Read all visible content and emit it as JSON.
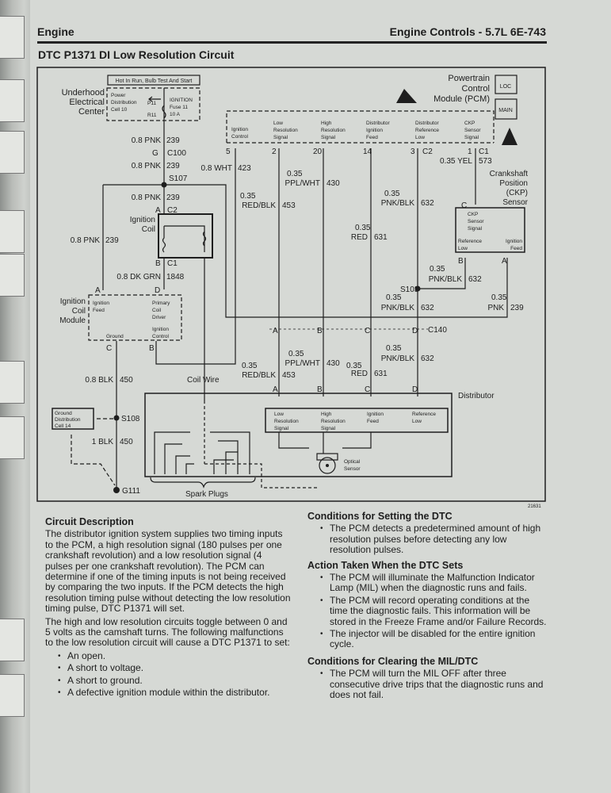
{
  "header": {
    "section": "Engine",
    "right": "Engine Controls - 5.7L  6E-743"
  },
  "title": "DTC P1371 DI Low Resolution Circuit",
  "diagram": {
    "hot_in_run": "Hot In Run, Bulb Test And Start",
    "underhood": [
      "Underhood",
      "Electrical",
      "Center"
    ],
    "pdc": [
      "Power",
      "Distribution",
      "Cell 10"
    ],
    "p11": "P11",
    "r11": "R11",
    "fuse": [
      "IGNITION",
      "Fuse 11",
      "10 A"
    ],
    "pcm_name": [
      "Powertrain",
      "Control",
      "Module (PCM)"
    ],
    "loc": "LOC",
    "main": "MAIN",
    "pcm_pins": [
      {
        "num": "5",
        "label": [
          "Ignition",
          "Control"
        ]
      },
      {
        "num": "2",
        "label": [
          "Low",
          "Resolution",
          "Signal"
        ]
      },
      {
        "num": "20",
        "label": [
          "High",
          "Resolution",
          "Signal"
        ]
      },
      {
        "num": "14",
        "label": [
          "Distributor",
          "Ignition",
          "Feed"
        ]
      },
      {
        "num": "3",
        "label": [
          "Distributor",
          "Reference",
          "Low"
        ]
      },
      {
        "num": "1",
        "label": [
          "CKP",
          "Sensor",
          "Signal"
        ]
      }
    ],
    "c2": "C2",
    "c1": "C1",
    "g_c100": "G",
    "c100": "C100",
    "s107": "S107",
    "s103": "S103",
    "s108": "S108",
    "g111": "G111",
    "c140": "C140",
    "w_pnk_239": {
      "color": "0.8 PNK",
      "circuit": "239"
    },
    "w_wht_423": {
      "color": "0.8 WHT",
      "circuit": "423"
    },
    "w_ppl_430": {
      "gauge": "0.35",
      "color": "PPL/WHT",
      "circuit": "430"
    },
    "w_red_453": {
      "gauge": "0.35",
      "color": "RED/BLK",
      "circuit": "453"
    },
    "w_pnkblk_632": {
      "gauge": "0.35",
      "color": "PNK/BLK",
      "circuit": "632"
    },
    "w_red_631": {
      "gauge": "0.35",
      "color": "RED",
      "circuit": "631"
    },
    "w_yel_573": {
      "color": "0.35 YEL",
      "circuit": "573"
    },
    "w_pnk_239s": {
      "gauge": "0.35",
      "color": "PNK",
      "circuit": "239"
    },
    "w_dkgrn_1848": {
      "color": "0.8 DK GRN",
      "circuit": "1848"
    },
    "w_blk_450": {
      "color": "0.8 BLK",
      "circuit": "450"
    },
    "w_1blk_450": {
      "color": "1 BLK",
      "circuit": "450"
    },
    "ckp_name": [
      "Crankshaft",
      "Position",
      "(CKP)",
      "Sensor"
    ],
    "ckp_inner": [
      "CKP",
      "Sensor",
      "Signal"
    ],
    "ckp_ref": [
      "Reference",
      "Low"
    ],
    "ckp_feed": [
      "Ignition",
      "Feed"
    ],
    "coil_name": [
      "Ignition",
      "Coil"
    ],
    "module_name": [
      "Ignition",
      "Coil",
      "Module"
    ],
    "module_feed": [
      "Ignition",
      "Feed"
    ],
    "module_driver": [
      "Primary",
      "Coil",
      "Driver"
    ],
    "module_ground": "Ground",
    "module_control": [
      "Ignition",
      "Control"
    ],
    "pin_a": "A",
    "pin_b": "B",
    "pin_c": "C",
    "pin_d": "D",
    "coil_wire": "Coil Wire",
    "distributor": "Distributor",
    "dist_inner": [
      [
        "Low",
        "Resolution",
        "Signal"
      ],
      [
        "High",
        "Resolution",
        "Signal"
      ],
      [
        "Ignition",
        "Feed"
      ],
      [
        "Reference",
        "Low"
      ]
    ],
    "optical": [
      "Optical",
      "Sensor"
    ],
    "ground_dist": [
      "Ground",
      "Distribution",
      "Cell 14"
    ],
    "spark_plugs": "Spark Plugs",
    "fig_num": "21631"
  },
  "circuit_description": {
    "heading": "Circuit Description",
    "p1": "The distributor ignition system supplies two timing inputs to the PCM, a high resolution signal (180 pulses per one crankshaft revolution) and a low resolution signal (4 pulses per one crankshaft revolution). The PCM can determine if one of the timing inputs is not being received by comparing the two inputs. If the PCM detects the high resolution timing pulse without detecting the low resolution timing pulse, DTC P1371 will set.",
    "p2": "The high and low resolution circuits toggle between 0 and 5 volts as the camshaft turns. The following malfunctions to the low resolution circuit will cause a DTC P1371 to set:",
    "bullets": [
      "An open.",
      "A short to voltage.",
      "A short to ground.",
      "A defective ignition module within the distributor."
    ]
  },
  "conditions_setting": {
    "heading": "Conditions for Setting the DTC",
    "bullets": [
      "The PCM detects a predetermined amount of high resolution pulses before detecting any low resolution pulses."
    ]
  },
  "action_taken": {
    "heading": "Action Taken When the DTC Sets",
    "bullets": [
      "The PCM will illuminate the Malfunction Indicator Lamp (MIL) when the diagnostic runs and fails.",
      "The PCM will record operating conditions at the time the diagnostic fails. This information will be stored in the Freeze Frame and/or Failure Records.",
      "The injector will be disabled for the entire ignition cycle."
    ]
  },
  "conditions_clearing": {
    "heading": "Conditions for Clearing the MIL/DTC",
    "bullets": [
      "The PCM will turn the MIL OFF after three consecutive drive trips that the diagnostic runs and does not fail."
    ]
  }
}
